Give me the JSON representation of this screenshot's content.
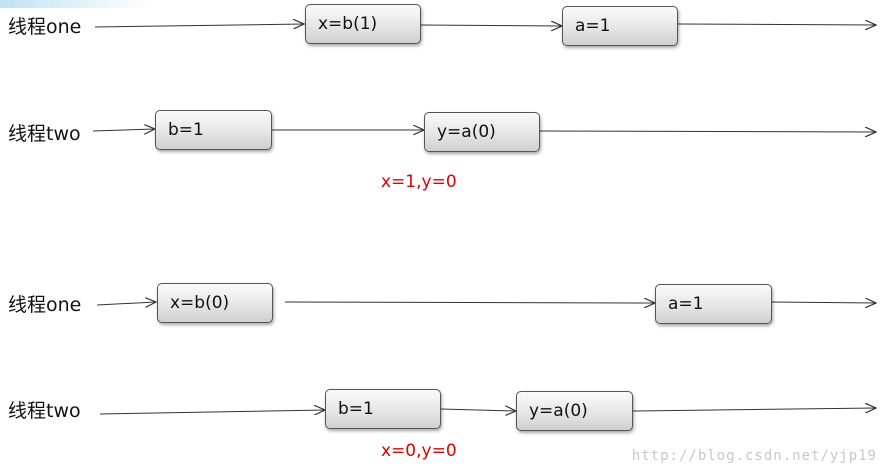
{
  "scenarios": [
    {
      "thread_one": {
        "label": "线程one",
        "ops": [
          "x=b(1)",
          "a=1"
        ]
      },
      "thread_two": {
        "label": "线程two",
        "ops": [
          "b=1",
          "y=a(0)"
        ]
      },
      "result": "x=1,y=0"
    },
    {
      "thread_one": {
        "label": "线程one",
        "ops": [
          "x=b(0)",
          "a=1"
        ]
      },
      "thread_two": {
        "label": "线程two",
        "ops": [
          "b=1",
          "y=a(0)"
        ]
      },
      "result": "x=0,y=0"
    }
  ],
  "watermark": "http://blog.csdn.net/yjp19",
  "colors": {
    "result_text": "#e00000",
    "box_border": "#555555",
    "line": "#333333"
  }
}
